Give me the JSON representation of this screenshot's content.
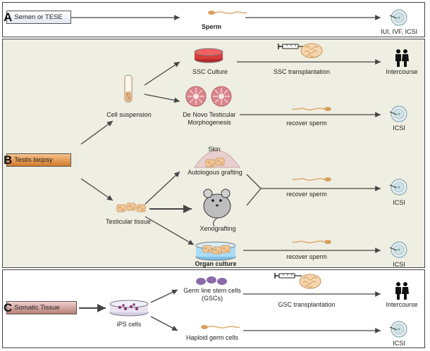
{
  "panels": {
    "a": {
      "letter": "A",
      "title": "Semen or TESE"
    },
    "b": {
      "letter": "B",
      "title": "Testis biopsy"
    },
    "c": {
      "letter": "C",
      "title": "Somatic Tissue"
    }
  },
  "labels": {
    "sperm": "Sperm",
    "iui_ivf_icsi": "IUI, IVF, ICSI",
    "cell_suspension": "Cell suspension",
    "ssc_culture": "SSC Culture",
    "ssc_transplantation": "SSC transplantation",
    "intercourse_1": "Intercourse",
    "de_novo_1": "De Novo Testicular",
    "de_novo_2": "Morphogenesis",
    "recover_sperm_1": "recover sperm",
    "icsi_1": "ICSI",
    "skin": "Skin",
    "autologous_grafting": "Autologous grafting",
    "recover_sperm_2": "recover sperm",
    "icsi_2": "ICSI",
    "testicular_tissue": "Testicular tissue",
    "xenografting": "Xenografting",
    "organ_culture": "Organ culture",
    "recover_sperm_3": "recover sperm",
    "icsi_3": "ICSI",
    "ips_cells": "iPS cells",
    "gsc_1": "Germ line stem cells",
    "gsc_2": "(GSCs)",
    "gsc_transplantation": "GSC transplantation",
    "intercourse_2": "Intercourse",
    "haploid_germ_cells": "Haploid germ cells",
    "icsi_4": "ICSI"
  },
  "colors": {
    "panel_b_bg": "#eeeee2",
    "tag_b": "#e08a3a",
    "tag_c": "#c4928a",
    "sperm": "#d9a05a",
    "arrow": "#444444"
  },
  "icons": [
    "egg-icon",
    "sperm-icon",
    "couple-icon",
    "syringe-icon",
    "petri-dish-icon",
    "test-tube-icon",
    "mouse-icon",
    "tissue-fragment-icon",
    "seminiferous-tubule-icon"
  ]
}
